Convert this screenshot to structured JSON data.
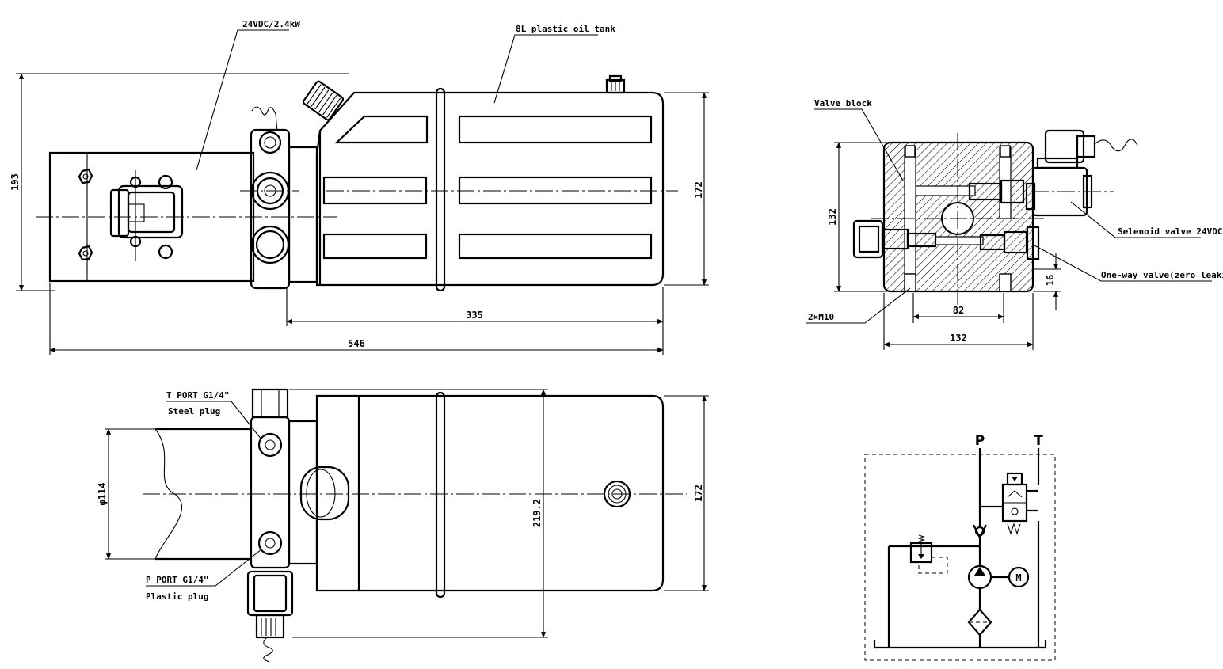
{
  "callouts": {
    "motor": "24VDC/2.4kW",
    "tank": "8L plastic oil tank",
    "valve_block": "Valve block",
    "solenoid": "Selenoid valve 24VDC",
    "one_way": "One-way valve(zero leaking)",
    "mount_holes": "2×M10",
    "t_port": "T PORT G1/4\"",
    "t_plug": "Steel plug",
    "p_port": "P PORT G1/4\"",
    "p_plug": "Plastic plug"
  },
  "dimensions": {
    "front_height": "193",
    "front_tank_height": "172",
    "tank_length": "335",
    "overall_length": "546",
    "block_height": "132",
    "block_width": "132",
    "hole_spacing": "82",
    "offset_16": "16",
    "motor_diameter": "φ114",
    "width_219": "219.2",
    "top_tank_height": "172"
  },
  "schematic": {
    "p_label": "P",
    "t_label": "T",
    "motor_symbol": "M"
  }
}
